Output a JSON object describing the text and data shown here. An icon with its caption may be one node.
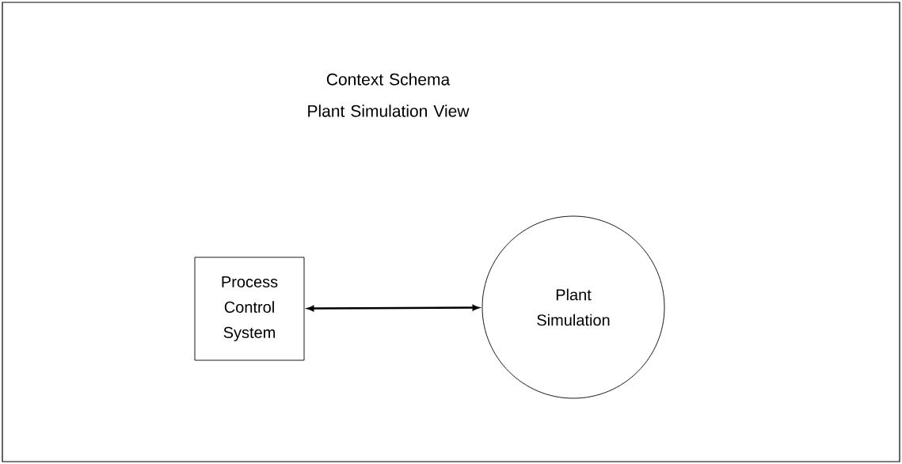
{
  "diagram": {
    "title": "Context Schema Plant Simulation View",
    "nodes": [
      {
        "text": [
          "Process Control System"
        ]
      },
      {
        "text": [
          "Plant Simulation"
        ]
      }
    ],
    "edges": [
      {
        "from": 0,
        "to": 1,
        "arrow": "both"
      }
    ]
  }
}
